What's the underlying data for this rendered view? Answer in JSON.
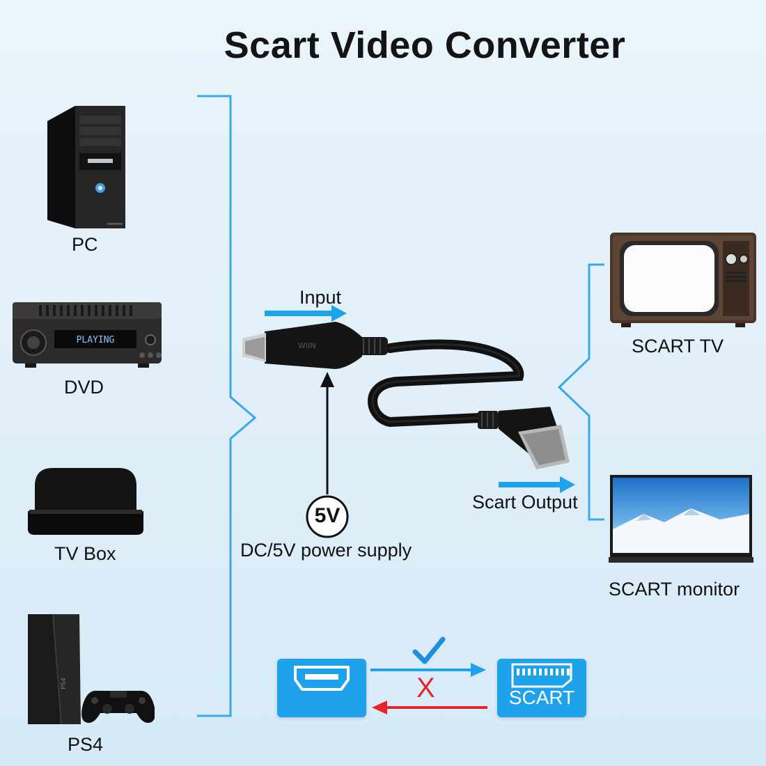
{
  "title": "Scart Video Converter",
  "sources": [
    {
      "label": "PC",
      "icon": "pc-tower-icon"
    },
    {
      "label": "DVD",
      "icon": "dvd-player-icon"
    },
    {
      "label": "TV Box",
      "icon": "tv-box-icon"
    },
    {
      "label": "PS4",
      "icon": "ps4-console-icon"
    }
  ],
  "dvd_display_text": "PLAYING",
  "adapter_brand": "WIIN",
  "input_label": "Input",
  "power": {
    "badge": "5V",
    "label": "DC/5V power supply"
  },
  "output_label": "Scart Output",
  "outputs": [
    {
      "label": "SCART TV",
      "icon": "crt-tv-icon"
    },
    {
      "label": "SCART monitor",
      "icon": "flat-monitor-icon"
    }
  ],
  "direction": {
    "left_port": "HDMI",
    "right_port_label": "SCART",
    "forward": "allowed",
    "reverse": "not-allowed",
    "reverse_mark": "X"
  },
  "colors": {
    "accent_blue": "#1ea2ec",
    "bracket_blue": "#37a9ea",
    "check_blue": "#1e8fe0",
    "cross_red": "#e8262a",
    "background": "#e3f0f9"
  }
}
